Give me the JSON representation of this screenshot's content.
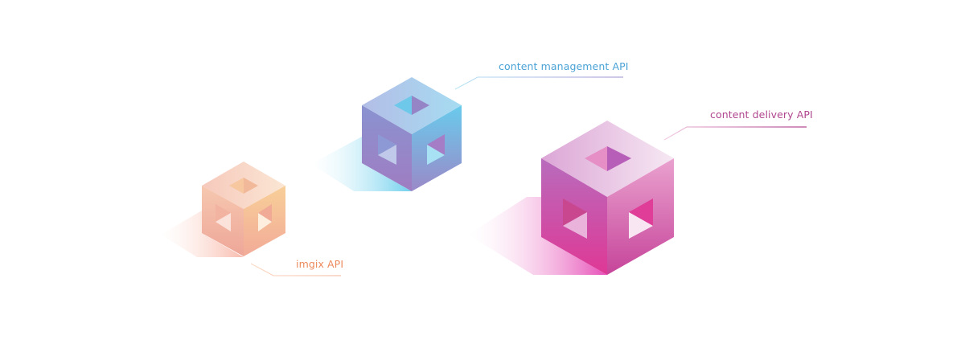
{
  "diagram": {
    "nodes": [
      {
        "id": "imgix",
        "label": "imgix API",
        "shape": "isometric-cube",
        "size": "small",
        "colors": {
          "light": "#fbe3d6",
          "mid": "#f5c29a",
          "dark": "#eea08c",
          "accent": "#f7c98a",
          "label": "#ec8a5c"
        }
      },
      {
        "id": "content-management",
        "label": "content management API",
        "shape": "isometric-cube",
        "size": "medium",
        "colors": {
          "light": "#b6c9ea",
          "mid": "#8e95d2",
          "dark": "#9a7fc4",
          "accent": "#69cbeb",
          "label": "#4aa3d6"
        }
      },
      {
        "id": "content-delivery",
        "label": "content delivery API",
        "shape": "isometric-cube",
        "size": "large",
        "colors": {
          "light": "#f2dcef",
          "mid": "#c05aa8",
          "dark": "#d83a92",
          "accent": "#e86ab5",
          "label": "#b0478f"
        }
      }
    ]
  }
}
